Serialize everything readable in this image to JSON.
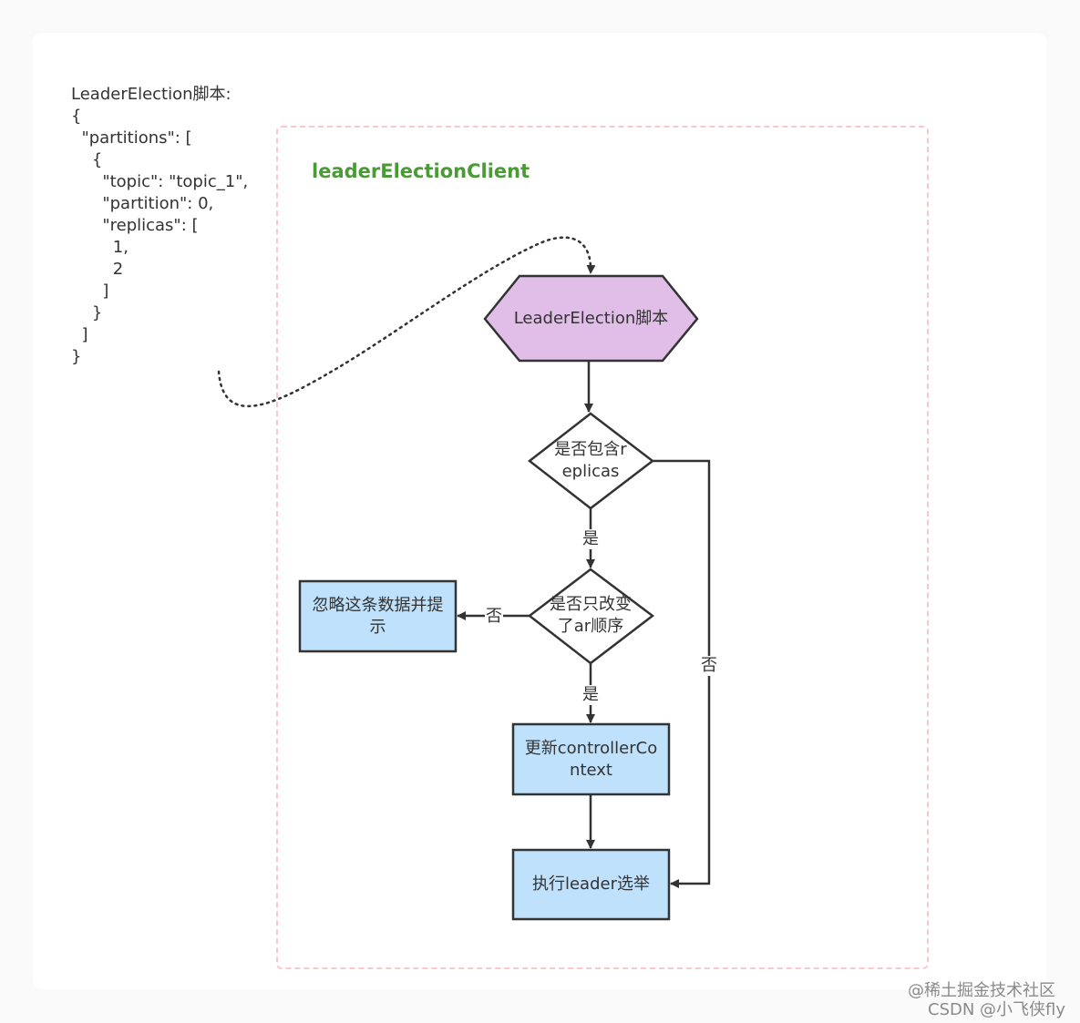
{
  "code_block": {
    "lines": [
      "LeaderElection脚本:",
      "{",
      "  \"partitions\": [",
      "    {",
      "      \"topic\": \"topic_1\",",
      "      \"partition\": 0,",
      "      \"replicas\": [",
      "        1,",
      "        2",
      "      ]",
      "    }",
      "  ]",
      "}"
    ]
  },
  "group": {
    "title": "leaderElectionClient"
  },
  "nodes": {
    "start": "LeaderElection脚本",
    "decision_replicas": "是否包含replicas",
    "decision_order": "是否只改变了ar顺序",
    "ignore": "忽略这条数据并提示",
    "update": "更新controllerContext",
    "execute": "执行leader选举"
  },
  "edge_labels": {
    "replicas_yes": "是",
    "replicas_no": "否",
    "order_yes": "是",
    "order_no": "否"
  },
  "watermark": {
    "line1": "@稀土掘金技术社区",
    "line2": "CSDN @小飞侠fly"
  },
  "colors": {
    "hexagon_fill": "#e1bee7",
    "box_fill": "#bfe1fb",
    "group_border": "#f7c9cf",
    "group_title": "#4a9a35",
    "stroke": "#333333"
  }
}
